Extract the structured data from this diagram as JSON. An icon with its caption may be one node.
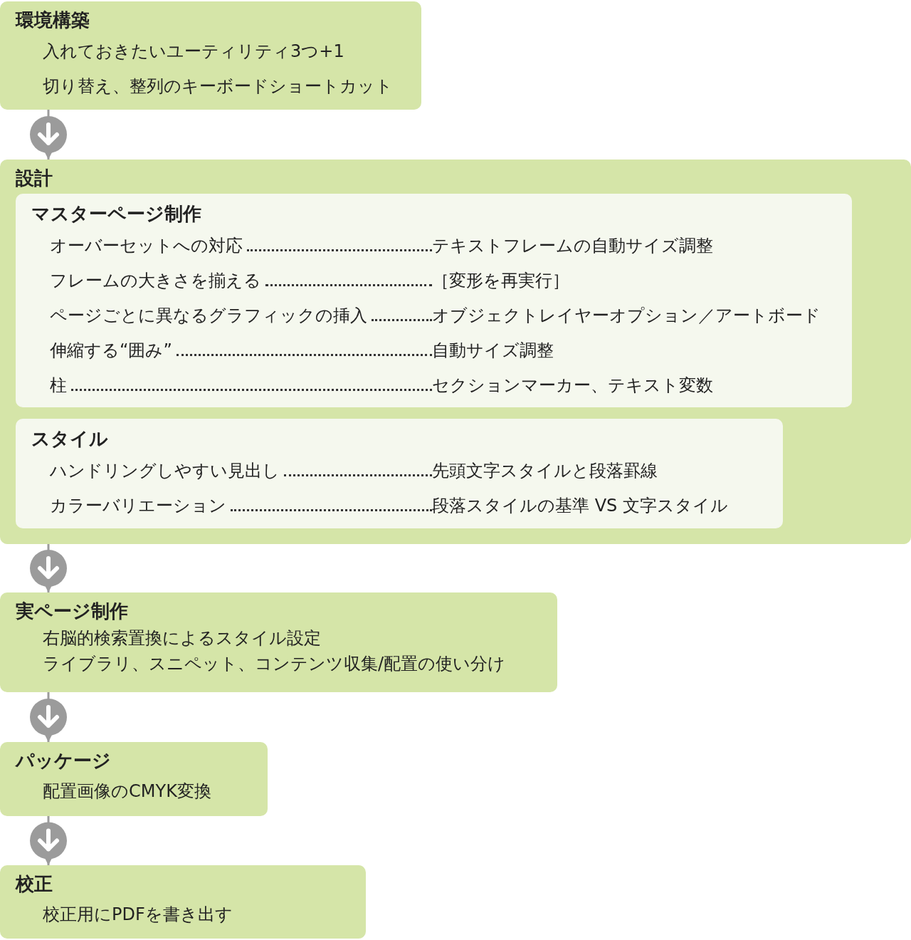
{
  "diagram": {
    "nodes": [
      {
        "text": [
          "環境構築",
          "入れておきたいユーティリティ3つ+1",
          "切り替え、整列のキーボードショートカット"
        ]
      },
      {
        "text": [
          "設計"
        ]
      },
      {
        "text": [
          "マスターページ制作",
          "オーバーセットへの対応",
          "テキストフレームの自動サイズ調整",
          "フレームの大きさを揃える",
          "［変形を再実行］",
          "ページごとに異なるグラフィックの挿入",
          "オブジェクトレイヤーオプション／アートボード",
          "伸縮する“囲み”",
          "自動サイズ調整",
          "柱",
          "セクションマーカー、テキスト変数"
        ],
        "in": 1
      },
      {
        "text": [
          "スタイル",
          "ハンドリングしやすい見出し",
          "先頭文字スタイルと段落罫線",
          "カラーバリエーション",
          "段落スタイルの基準 VS 文字スタイル"
        ],
        "in": 1
      },
      {
        "text": [
          "実ページ制作",
          "右脳的検索置換によるスタイル設定",
          "ライブラリ、スニペット、コンテンツ収集/配置の使い分け"
        ]
      },
      {
        "text": [
          "パッケージ",
          "配置画像のCMYK変換"
        ]
      },
      {
        "text": [
          "校正",
          "校正用にPDFを書き出す"
        ]
      }
    ],
    "edges": [
      {
        "from": 0,
        "to": 1,
        "arrow": "to"
      },
      {
        "from": 1,
        "to": 4,
        "arrow": "to"
      },
      {
        "from": 4,
        "to": 5,
        "arrow": "to"
      },
      {
        "from": 5,
        "to": 6,
        "arrow": "to"
      }
    ]
  }
}
